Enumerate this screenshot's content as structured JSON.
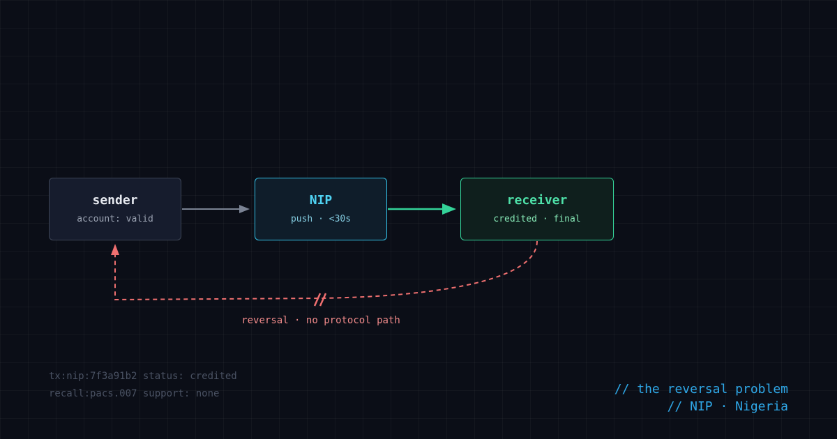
{
  "nodes": {
    "sender": {
      "title": "sender",
      "subtitle": "account: valid"
    },
    "nip": {
      "title": "NIP",
      "subtitle": "push · <30s"
    },
    "receiver": {
      "title": "receiver",
      "subtitle": "credited · final"
    }
  },
  "reversal": {
    "label": "reversal · no protocol path"
  },
  "meta": {
    "line1": "tx:nip:7f3a91b2 status: credited",
    "line2": "recall:pacs.007 support: none"
  },
  "caption": {
    "line1": "// the reversal problem",
    "line2": "// NIP · Nigeria"
  },
  "colors": {
    "background": "#0b0e17",
    "sender_accent": "#3d4556",
    "nip_accent": "#33c0e6",
    "receiver_accent": "#34d399",
    "reversal_accent": "#f07070",
    "caption": "#2fa8e8"
  }
}
